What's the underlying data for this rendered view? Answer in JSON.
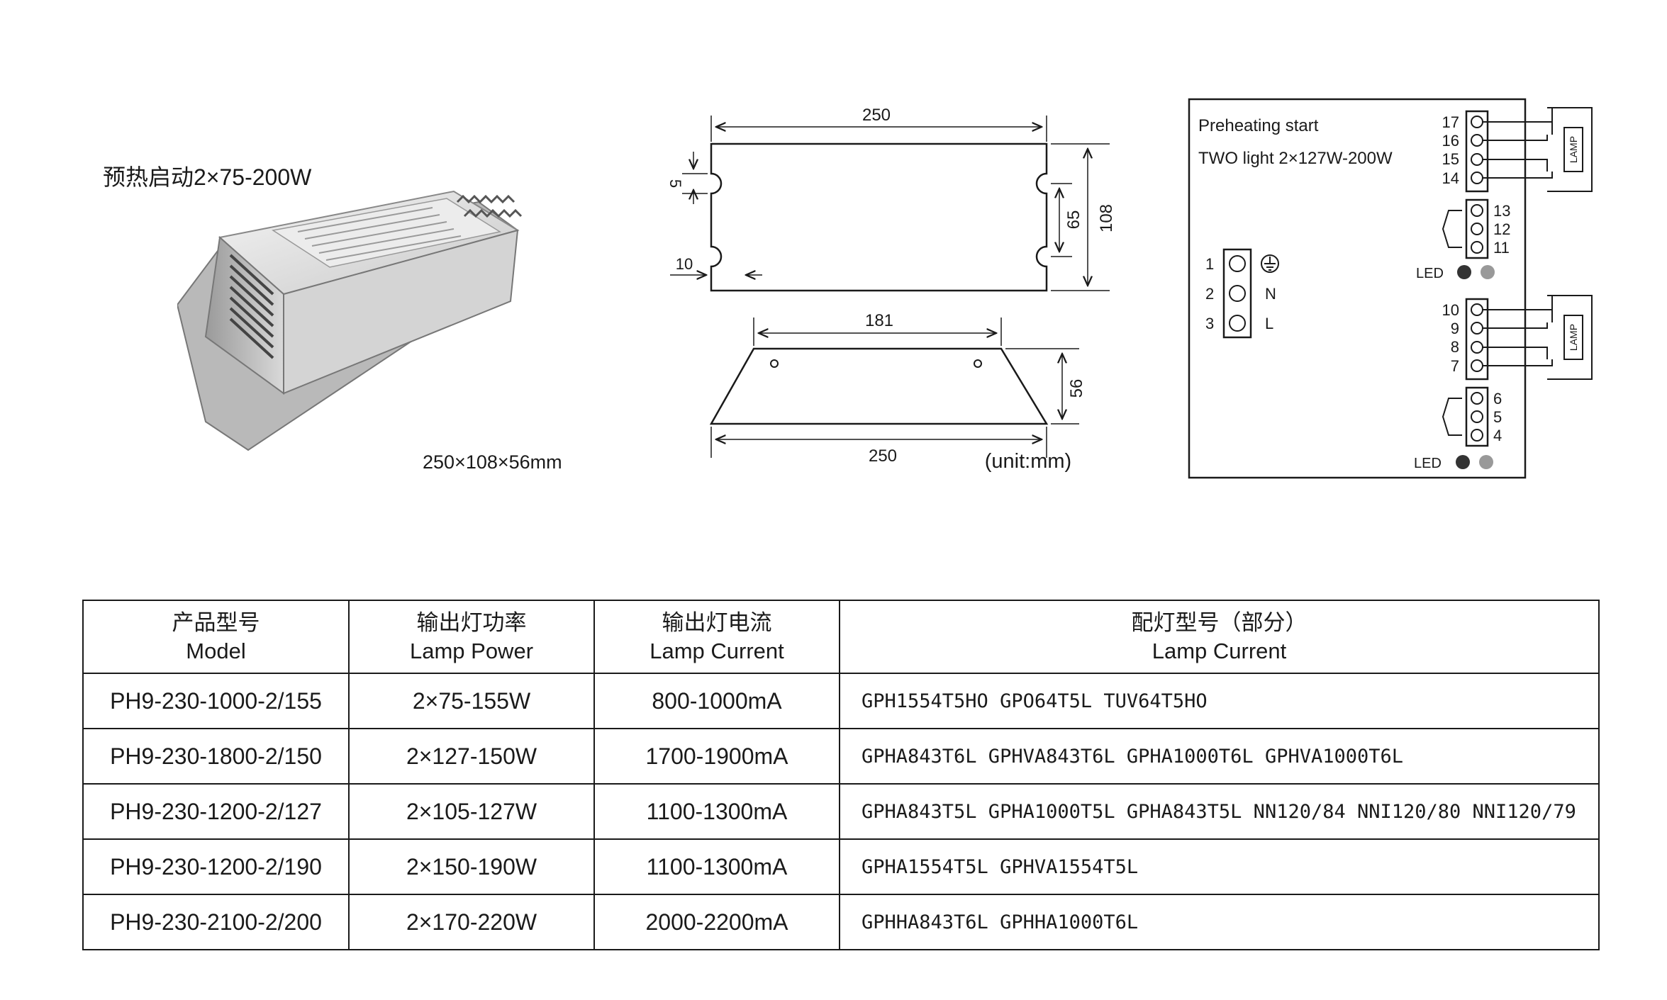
{
  "product": {
    "title": "预热启动2×75-200W",
    "size": "250×108×56mm"
  },
  "drawing": {
    "top_view": {
      "length": "250",
      "width": "108",
      "slot_spacing": "65",
      "slot_width": "5",
      "slot_offset": "10"
    },
    "side_view": {
      "top_length": "181",
      "bottom_length": "250",
      "height": "56",
      "unit": "(unit:mm)"
    }
  },
  "wiring": {
    "line1": "Preheating start",
    "line2": "TWO light 2×127W-200W",
    "lamp_label": "LAMP",
    "led_label": "LED",
    "upper_lamp_pins": [
      "17",
      "16",
      "15",
      "14"
    ],
    "upper_led_pins": [
      "13",
      "12",
      "11"
    ],
    "lower_lamp_pins": [
      "10",
      "9",
      "8",
      "7"
    ],
    "lower_led_pins": [
      "6",
      "5",
      "4"
    ],
    "input_pins": [
      "1",
      "2",
      "3"
    ],
    "input_labels": [
      "N",
      "L"
    ],
    "colors": {
      "led_on": "#333333",
      "led_off": "#999999"
    }
  },
  "table": {
    "headers": [
      {
        "cn": "产品型号",
        "en": "Model"
      },
      {
        "cn": "输出灯功率",
        "en": "Lamp Power"
      },
      {
        "cn": "输出灯电流",
        "en": "Lamp Current"
      },
      {
        "cn": "配灯型号（部分）",
        "en": "Lamp Current"
      }
    ],
    "rows": [
      {
        "model": "PH9-230-1000-2/155",
        "power": "2×75-155W",
        "current": "800-1000mA",
        "lamps": "GPH1554T5HO  GPO64T5L TUV64T5HO"
      },
      {
        "model": "PH9-230-1800-2/150",
        "power": "2×127-150W",
        "current": "1700-1900mA",
        "lamps": "GPHA843T6L GPHVA843T6L  GPHA1000T6L  GPHVA1000T6L"
      },
      {
        "model": "PH9-230-1200-2/127",
        "power": "2×105-127W",
        "current": "1100-1300mA",
        "lamps": "GPHA843T5L GPHA1000T5L GPHA843T5L NN120/84 NNI120/80 NNI120/79"
      },
      {
        "model": "PH9-230-1200-2/190",
        "power": "2×150-190W",
        "current": "1100-1300mA",
        "lamps": "GPHA1554T5L  GPHVA1554T5L"
      },
      {
        "model": "PH9-230-2100-2/200",
        "power": "2×170-220W",
        "current": "2000-2200mA",
        "lamps": "GPHHA843T6L  GPHHA1000T6L"
      }
    ]
  }
}
